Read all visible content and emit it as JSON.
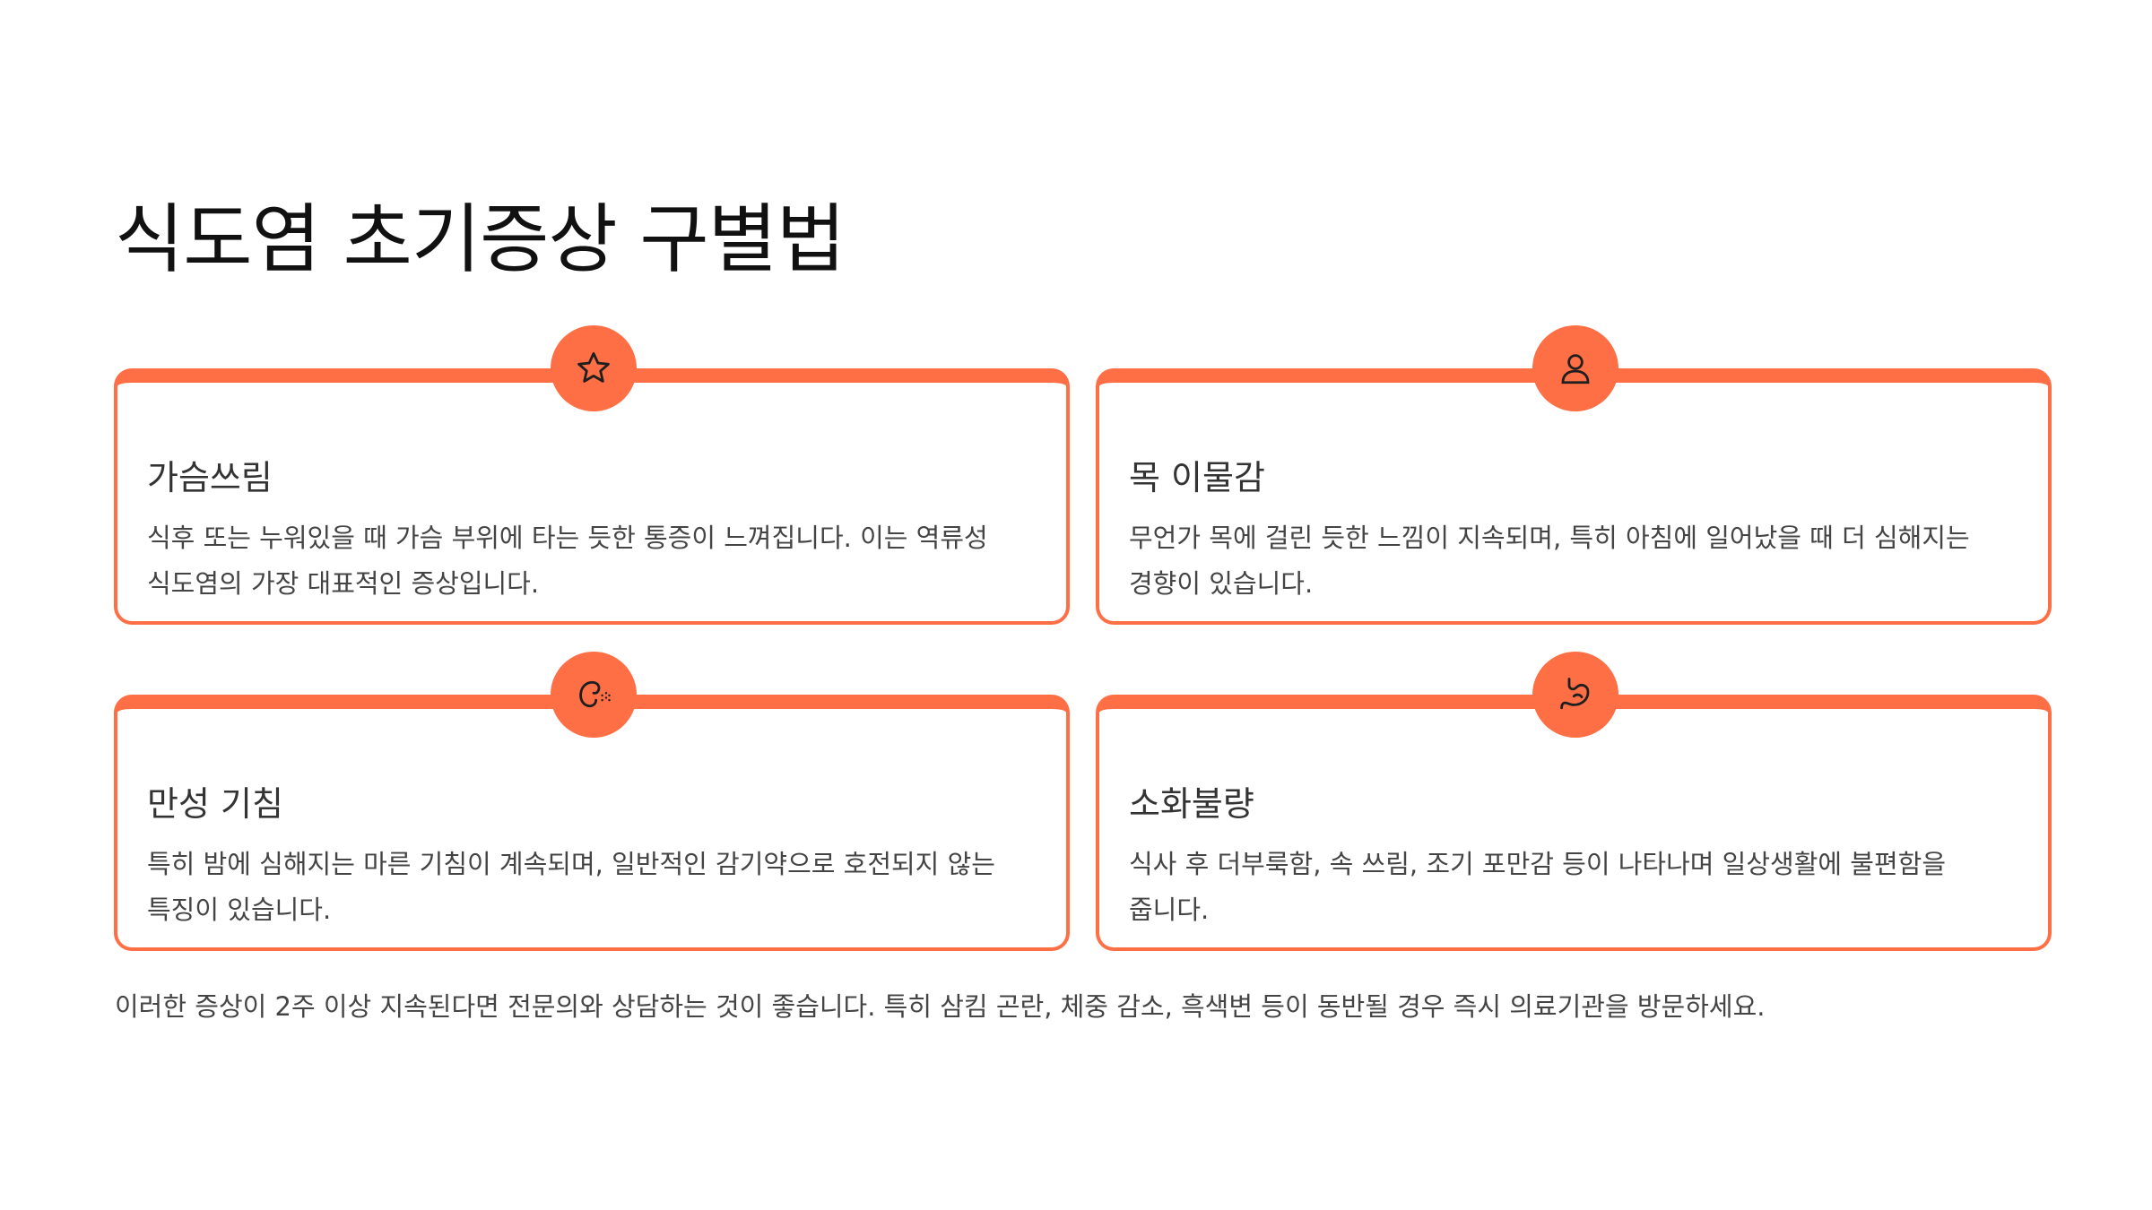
{
  "page": {
    "title": "식도염 초기증상 구별법",
    "accent_color": "#ff6f45"
  },
  "cards": [
    {
      "icon": "star-icon",
      "title": "가슴쓰림",
      "description": "식후 또는 누워있을 때 가슴 부위에 타는 듯한 통증이 느껴집니다. 이는 역류성 식도염의 가장 대표적인 증상입니다."
    },
    {
      "icon": "user-icon",
      "title": "목 이물감",
      "description": "무언가 목에 걸린 듯한 느낌이 지속되며, 특히 아침에 일어났을 때 더 심해지는 경향이 있습니다."
    },
    {
      "icon": "cough-icon",
      "title": "만성 기침",
      "description": "특히 밤에 심해지는 마른 기침이 계속되며, 일반적인 감기약으로 호전되지 않는 특징이 있습니다."
    },
    {
      "icon": "stomach-icon",
      "title": "소화불량",
      "description": "식사 후 더부룩함, 속 쓰림, 조기 포만감 등이 나타나며 일상생활에 불편함을 줍니다."
    }
  ],
  "footer": {
    "note": "이러한 증상이 2주 이상 지속된다면 전문의와 상담하는 것이 좋습니다. 특히 삼킴 곤란, 체중 감소, 흑색변 등이 동반될 경우 즉시 의료기관을 방문하세요."
  }
}
